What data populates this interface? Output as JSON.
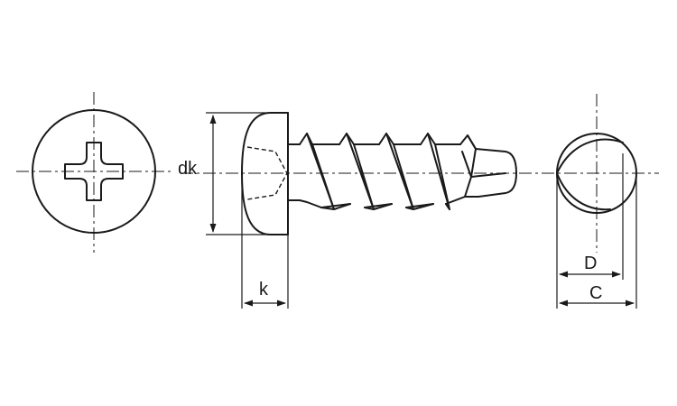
{
  "labels": {
    "head_diameter": "dk",
    "head_height": "k",
    "thread_diameter": "D",
    "width_across": "C"
  }
}
